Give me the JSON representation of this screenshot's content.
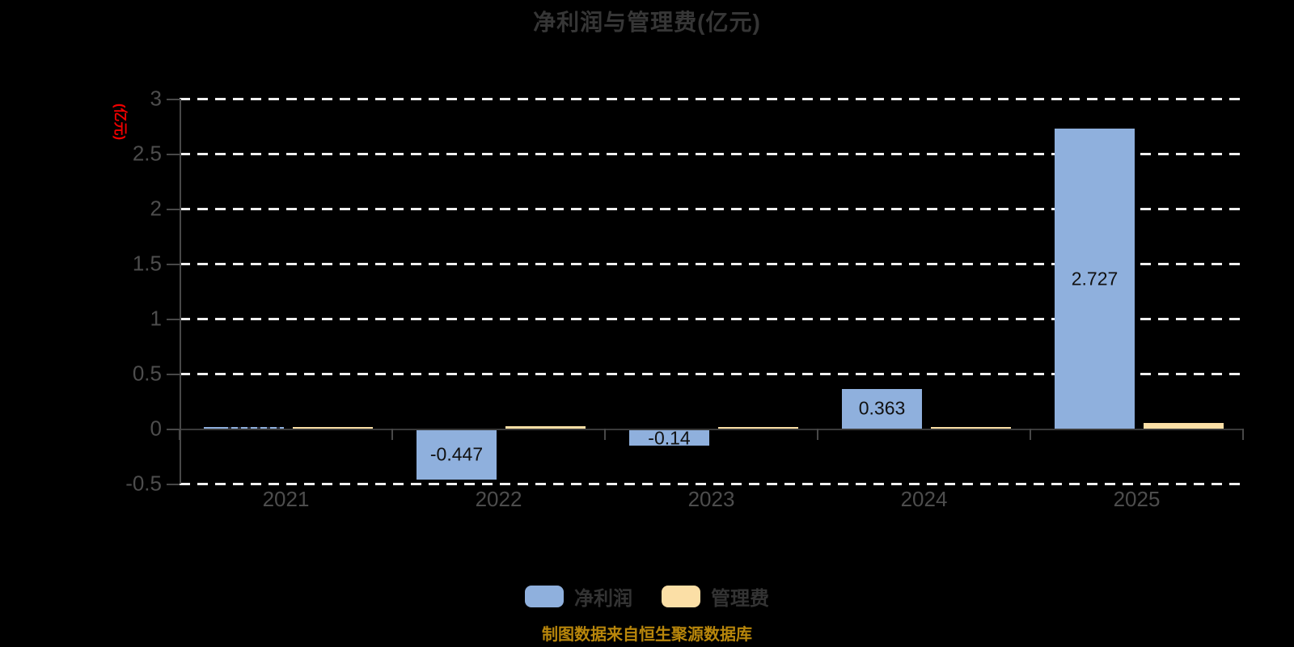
{
  "title": "净利润与管理费(亿元)",
  "y_axis": {
    "unit_label": "(亿元)",
    "unit_color": "#ee0000",
    "ticks": [
      "3",
      "2.5",
      "2",
      "1.5",
      "1",
      "0.5",
      "0",
      "-0.5"
    ]
  },
  "legend": {
    "items": [
      {
        "label": "净利润",
        "color": "#8FB0DD"
      },
      {
        "label": "管理费",
        "color": "#FBDFA6"
      }
    ]
  },
  "footer": "制图数据来自恒生聚源数据库",
  "colors": {
    "background": "#000000",
    "gridline": "#efefef",
    "axis": "#484848",
    "title_text": "#363636",
    "axis_text": "#4d4d4d",
    "bar_label_text": "#111111",
    "footer_text": "#b8860b"
  },
  "chart_data": {
    "type": "bar",
    "title": "净利润与管理费(亿元)",
    "ylabel": "(亿元)",
    "categories": [
      "2021",
      "2022",
      "2023",
      "2024",
      "2025"
    ],
    "series": [
      {
        "name": "净利润",
        "color": "#8FB0DD",
        "values": [
          0.005,
          -0.447,
          -0.14,
          0.363,
          2.727
        ],
        "labels": [
          "",
          "-0.447",
          "-0.14",
          "0.363",
          "2.727"
        ],
        "clipped_label_categories": [
          "2021"
        ]
      },
      {
        "name": "管理费",
        "color": "#FBDFA6",
        "values": [
          0.004,
          0.025,
          0.018,
          0.012,
          0.05
        ],
        "labels": [
          "",
          "",
          "",
          "",
          ""
        ]
      }
    ],
    "ylim": [
      -0.5,
      3
    ],
    "yticks": [
      3,
      2.5,
      2,
      1.5,
      1,
      0.5,
      0,
      -0.5
    ],
    "grid": "horizontal-dashed-white",
    "legend_position": "bottom"
  }
}
